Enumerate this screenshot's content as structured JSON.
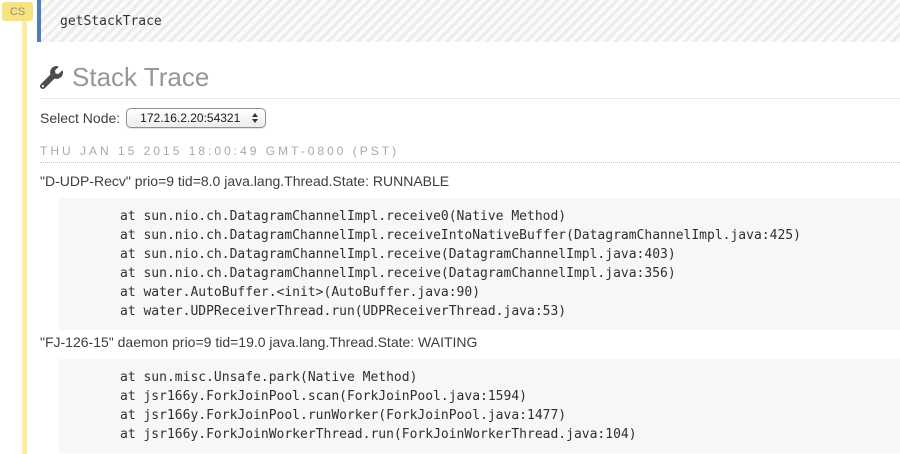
{
  "cell": {
    "badge": "CS",
    "input": "getStackTrace"
  },
  "output": {
    "title": "Stack Trace",
    "select_node_label": "Select Node:",
    "selected_node": "172.16.2.20:54321",
    "timestamp": "THU JAN 15 2015 18:00:49 GMT-0800 (PST)",
    "threads": [
      {
        "header": "\"D-UDP-Recv\" prio=9 tid=8.0 java.lang.Thread.State: RUNNABLE",
        "frames": [
          "at sun.nio.ch.DatagramChannelImpl.receive0(Native Method)",
          "at sun.nio.ch.DatagramChannelImpl.receiveIntoNativeBuffer(DatagramChannelImpl.java:425)",
          "at sun.nio.ch.DatagramChannelImpl.receive(DatagramChannelImpl.java:403)",
          "at sun.nio.ch.DatagramChannelImpl.receive(DatagramChannelImpl.java:356)",
          "at water.AutoBuffer.<init>(AutoBuffer.java:90)",
          "at water.UDPReceiverThread.run(UDPReceiverThread.java:53)"
        ]
      },
      {
        "header": "\"FJ-126-15\" daemon prio=9 tid=19.0 java.lang.Thread.State: WAITING",
        "frames": [
          "at sun.misc.Unsafe.park(Native Method)",
          "at jsr166y.ForkJoinPool.scan(ForkJoinPool.java:1594)",
          "at jsr166y.ForkJoinPool.runWorker(ForkJoinPool.java:1477)",
          "at jsr166y.ForkJoinWorkerThread.run(ForkJoinWorkerThread.java:104)"
        ]
      }
    ]
  },
  "colors": {
    "badge_bg": "#f8e37f",
    "gutter_line": "#fbeca6",
    "cell_border_blue": "#4f7cba",
    "block_bg": "#f7f7f7",
    "heading_gray": "#979797"
  }
}
